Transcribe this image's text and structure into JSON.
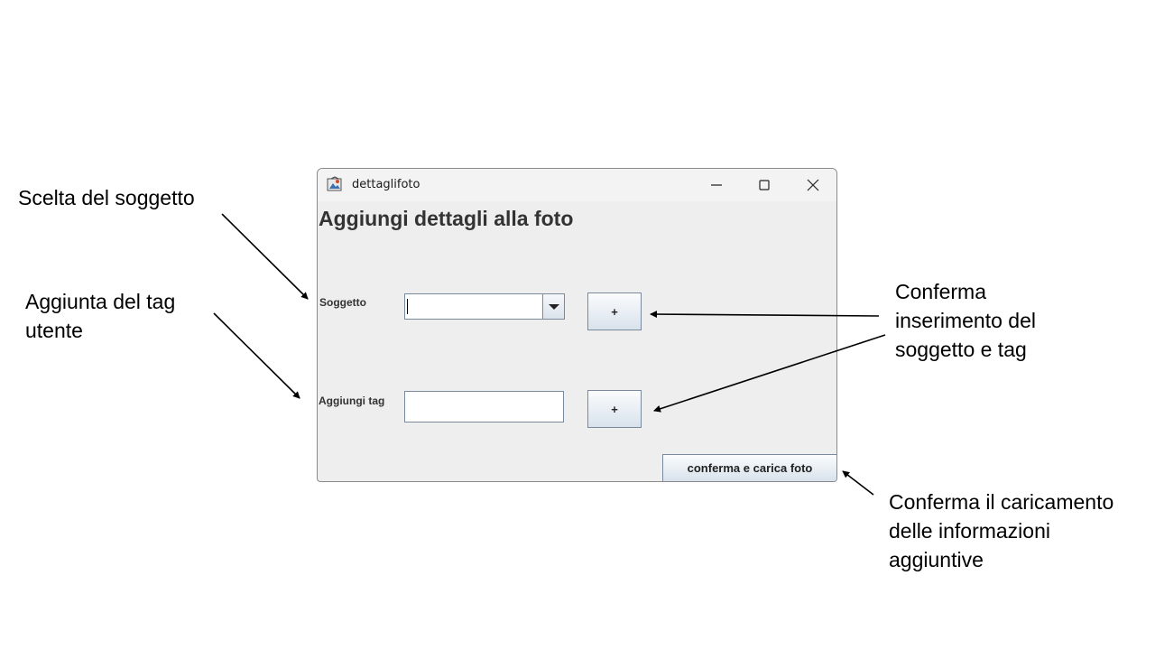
{
  "annotations": {
    "scelta_soggetto": "Scelta del soggetto",
    "aggiunta_tag": "Aggiunta del tag\nutente",
    "conferma_inserimento": "Conferma\ninserimento del\nsoggetto e tag",
    "conferma_caricamento": "Conferma il caricamento\ndelle informazioni\naggiuntive"
  },
  "window": {
    "title": "dettaglifoto",
    "icon": "app-icon",
    "controls": [
      "minimize-icon",
      "maximize-icon",
      "close-icon"
    ]
  },
  "form": {
    "heading": "Aggiungi dettagli alla foto",
    "soggetto_label": "Soggetto",
    "soggetto_value": "",
    "tag_label": "Aggiungi tag",
    "tag_value": "",
    "add_soggetto_label": "+",
    "add_tag_label": "+",
    "confirm_label": "conferma e carica foto"
  },
  "colors": {
    "window_bg": "#eeeeee",
    "titlebar_bg": "#f3f3f3",
    "field_border": "#7a8a9c",
    "text": "#333333"
  }
}
